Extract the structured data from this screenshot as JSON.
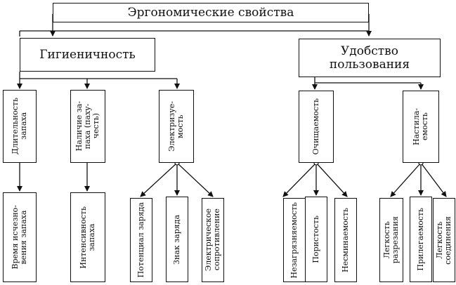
{
  "title": "Эргономические свойства",
  "groups": [
    {
      "label": "Гигиеничность",
      "children": [
        {
          "label": "Длительность\nзапаха",
          "child": "Время исчезно-\nвения запаха"
        },
        {
          "label": "Наличие за-\nпаха (паху-\nчесть)",
          "child": "Интенсивность\nзапаха"
        },
        {
          "label": "Электризуе-\nмость",
          "children": [
            "Потенциал заряда",
            "Знак заряда",
            "Электрическое\nсопротивление"
          ]
        }
      ]
    },
    {
      "label": "Удобство\nпользования",
      "children": [
        {
          "label": "Очищаемость",
          "children": [
            "Незагрязняемость",
            "Пористость",
            "Несминаемость"
          ]
        },
        {
          "label": "Настила-\nемость",
          "children": [
            "Легкость\nразрезания",
            "Прилегаемость",
            "Легкость\nсоединения"
          ]
        }
      ]
    }
  ]
}
